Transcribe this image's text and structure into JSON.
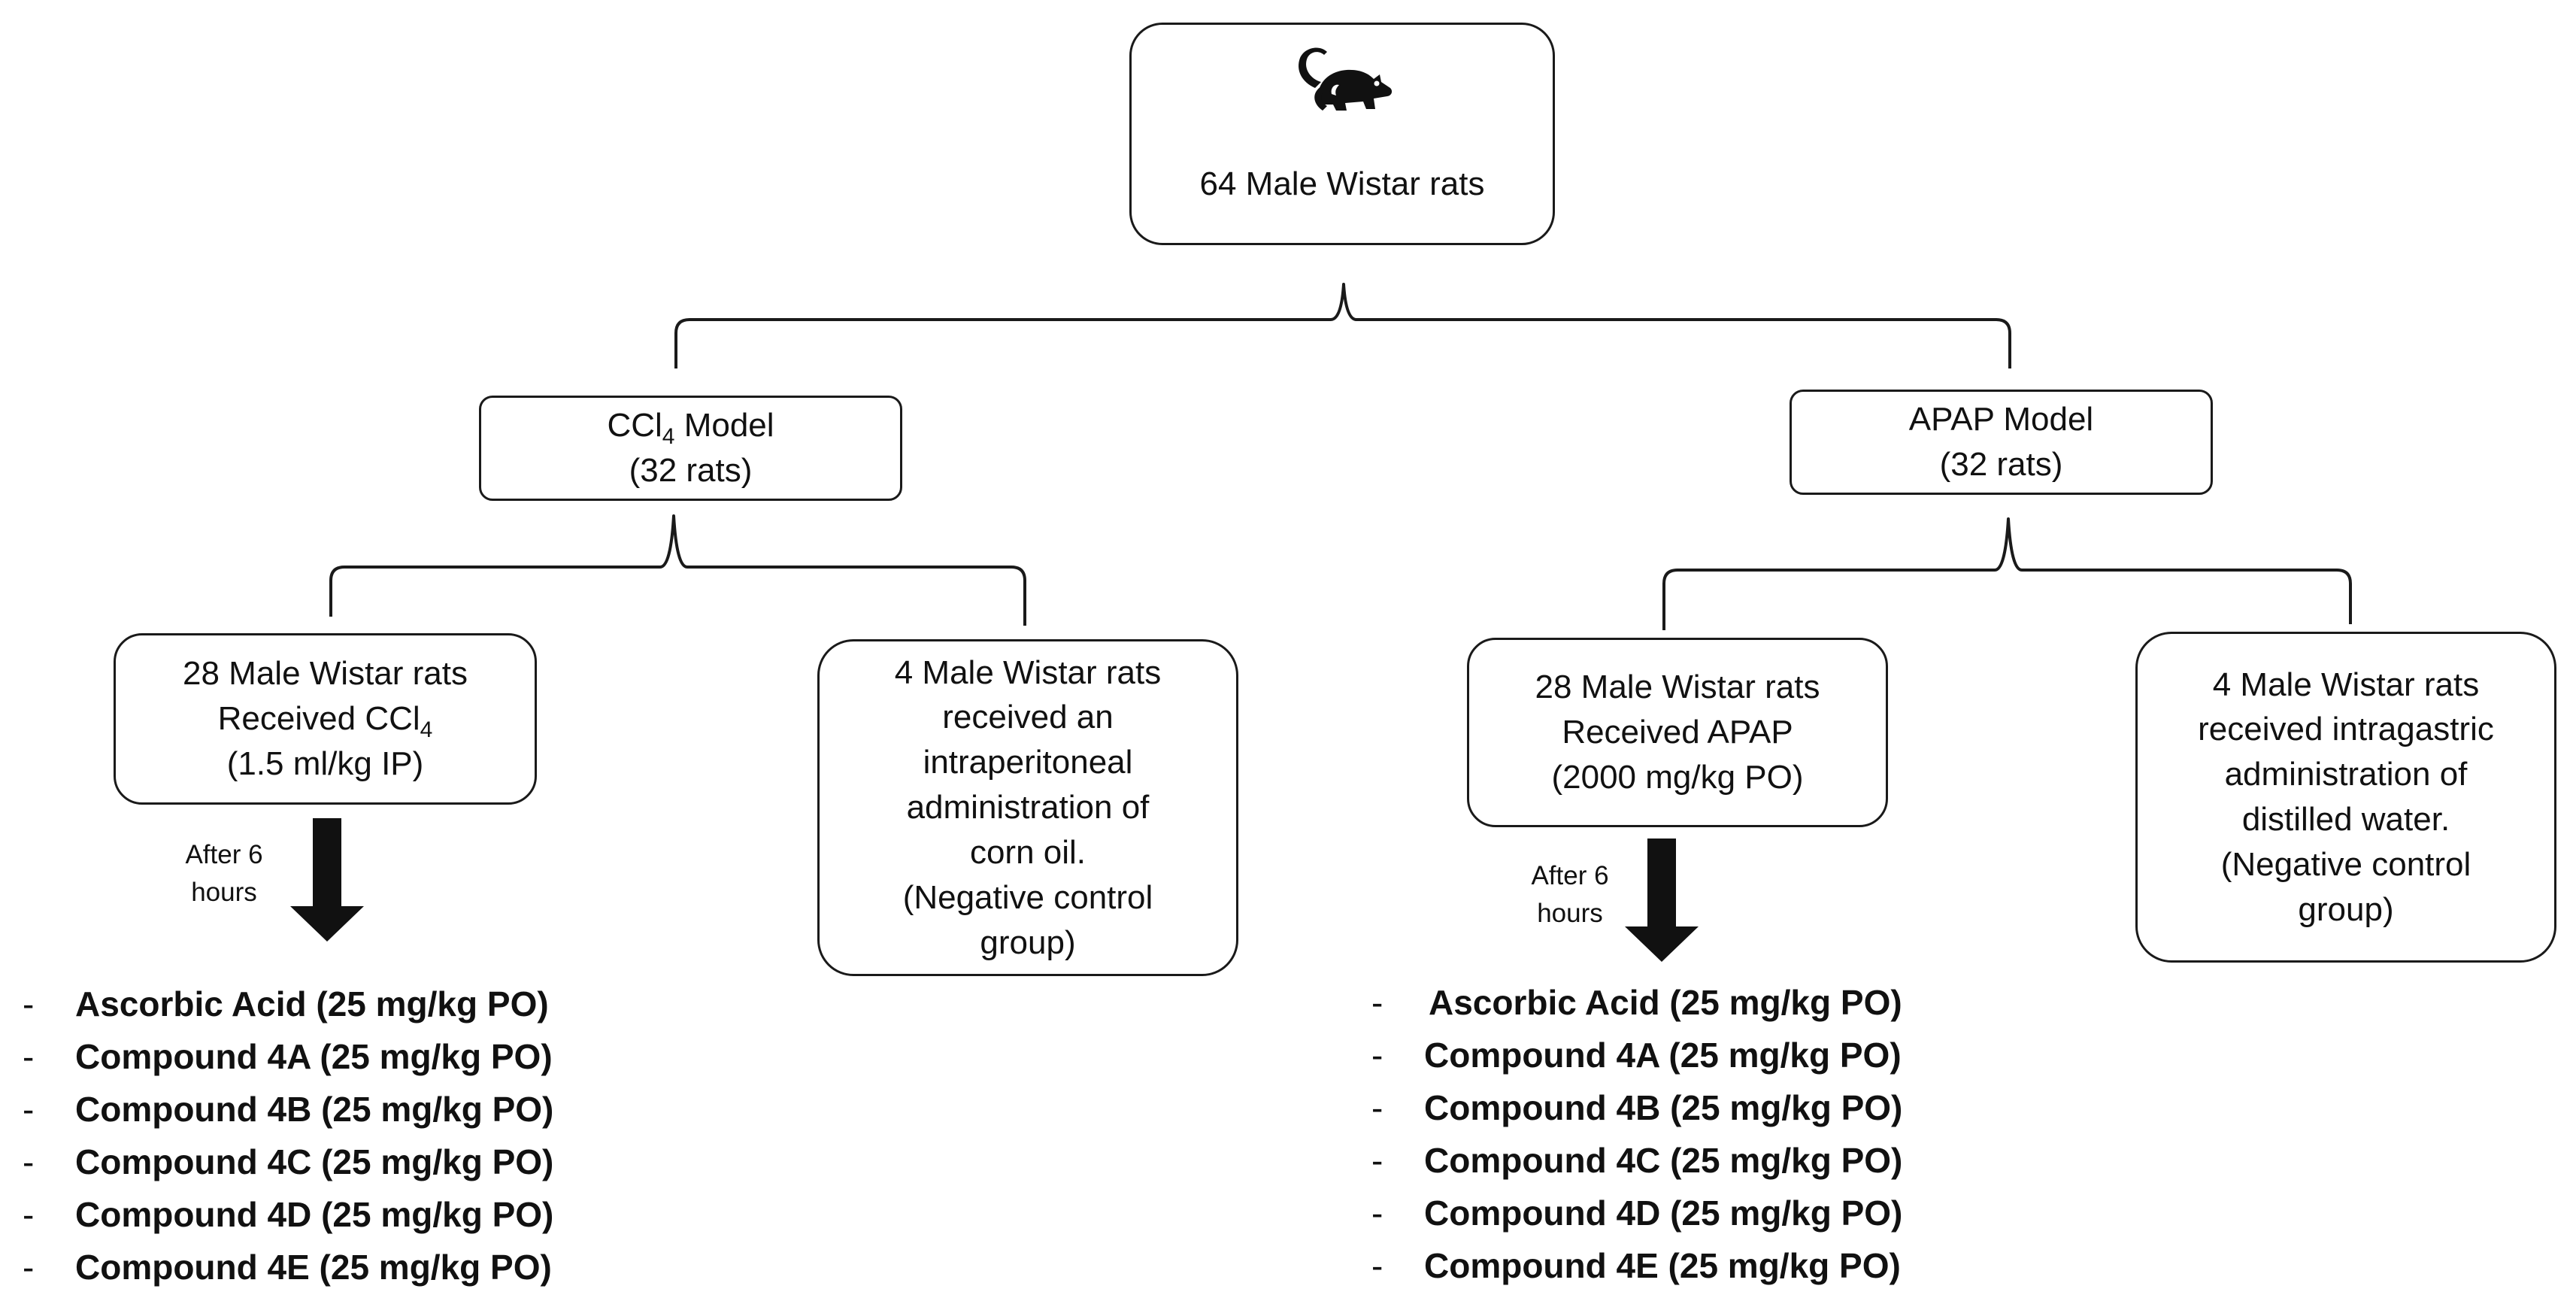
{
  "root": {
    "lines": [
      "64 Male Wistar rats"
    ],
    "icon": "rat-icon"
  },
  "models": [
    {
      "id": "ccl4",
      "title_main": "CCl",
      "title_sub": "4",
      "title_rest": " Model",
      "count": "(32 rats)",
      "treated": {
        "line1": "28 Male Wistar rats",
        "line2_main": "Received CCl",
        "line2_sub": "4",
        "line3": "(1.5 ml/kg IP)"
      },
      "control": {
        "lines": [
          "4 Male Wistar rats",
          "received an",
          "intraperitoneal",
          "administration of",
          "corn oil.",
          "(Negative control",
          "group)"
        ]
      },
      "after": [
        "After 6",
        "hours"
      ],
      "treatments": [
        "Ascorbic Acid (25 mg/kg PO)",
        "Compound 4A (25 mg/kg PO)",
        "Compound 4B (25 mg/kg PO)",
        "Compound 4C (25 mg/kg PO)",
        "Compound 4D (25 mg/kg PO)",
        "Compound 4E (25 mg/kg PO)"
      ]
    },
    {
      "id": "apap",
      "title": "APAP Model",
      "count": "(32 rats)",
      "treated": {
        "line1": "28 Male Wistar rats",
        "line2": "Received APAP",
        "line3": "(2000 mg/kg PO)"
      },
      "control": {
        "lines": [
          "4 Male Wistar rats",
          "received intragastric",
          "administration of",
          "distilled water.",
          "(Negative control",
          "group)"
        ]
      },
      "after": [
        "After 6",
        "hours"
      ],
      "treatments": [
        "Ascorbic Acid (25 mg/kg PO)",
        "Compound 4A (25 mg/kg PO)",
        "Compound 4B (25 mg/kg PO)",
        "Compound 4C (25 mg/kg PO)",
        "Compound 4D (25 mg/kg PO)",
        "Compound 4E (25 mg/kg PO)"
      ]
    }
  ],
  "list_marker": "-",
  "colors": {
    "line": "#1a1a1a",
    "text": "#111111",
    "background": "#ffffff"
  }
}
